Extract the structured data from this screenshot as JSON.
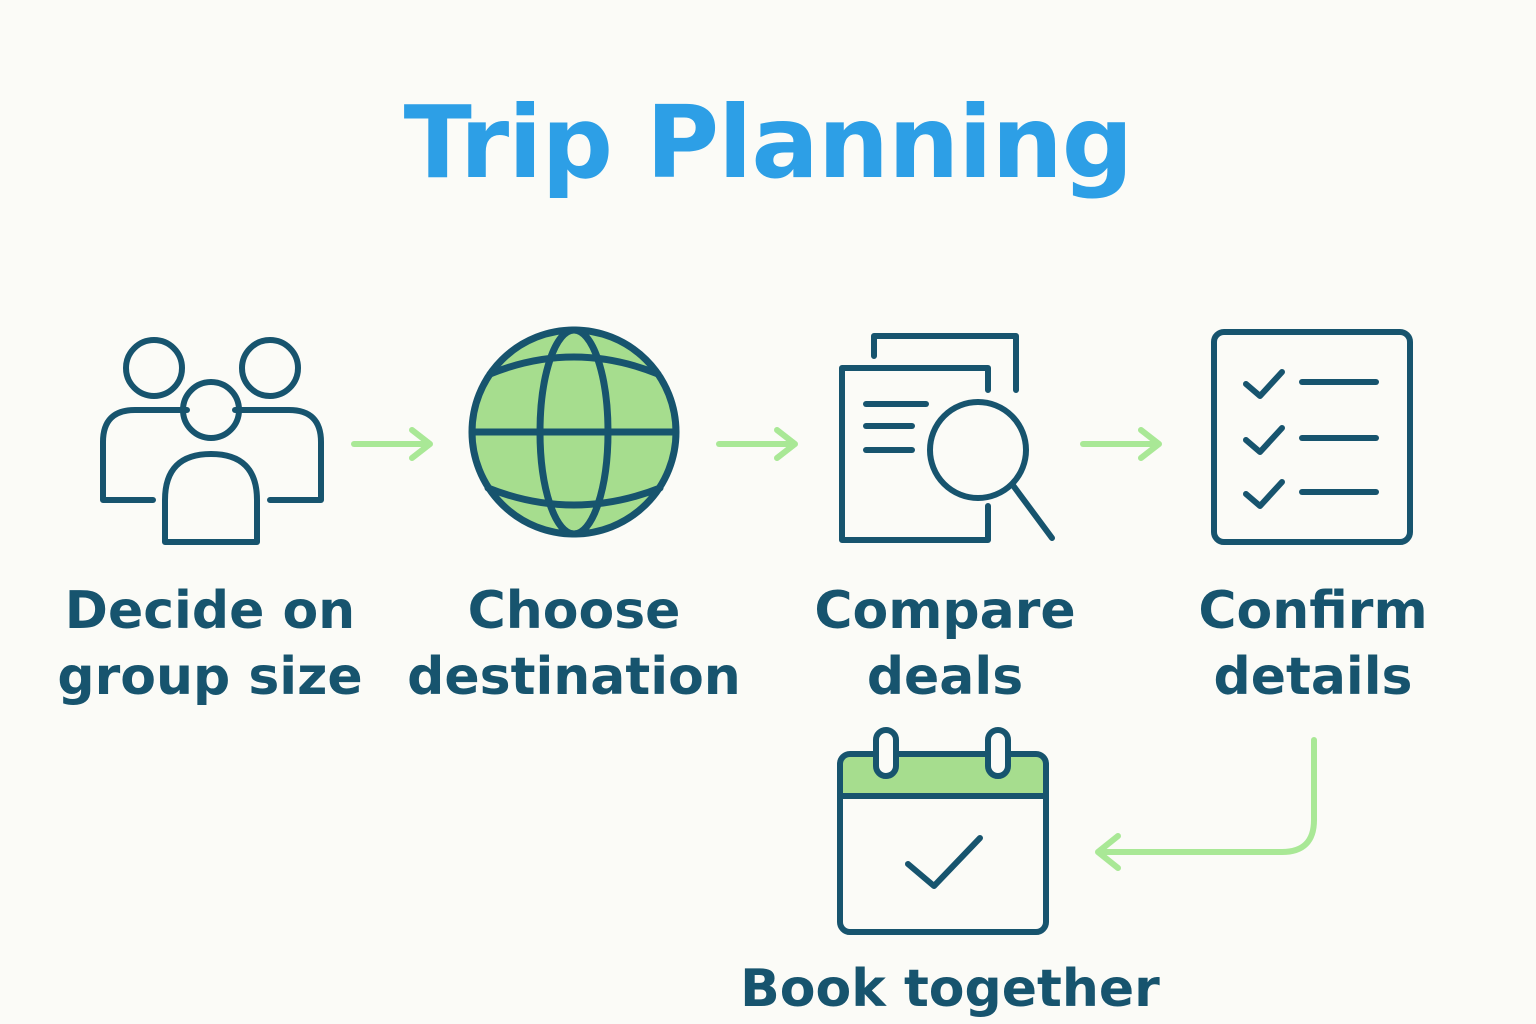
{
  "diagram": {
    "title": "Trip Planning",
    "steps": [
      {
        "icon": "group-people-icon",
        "label_lines": [
          "Decide on",
          "group size"
        ]
      },
      {
        "icon": "globe-icon",
        "label_lines": [
          "Choose",
          "destination"
        ]
      },
      {
        "icon": "document-search-icon",
        "label_lines": [
          "Compare",
          "deals"
        ]
      },
      {
        "icon": "checklist-icon",
        "label_lines": [
          "Confirm",
          "details"
        ]
      },
      {
        "icon": "calendar-check-icon",
        "label_lines": [
          "Book together"
        ]
      }
    ]
  },
  "colors": {
    "title": "#2d9fe6",
    "outline": "#17546e",
    "accent_fill": "#a6dd8e",
    "arrow": "#a9e896",
    "background": "#fbfbf7"
  }
}
